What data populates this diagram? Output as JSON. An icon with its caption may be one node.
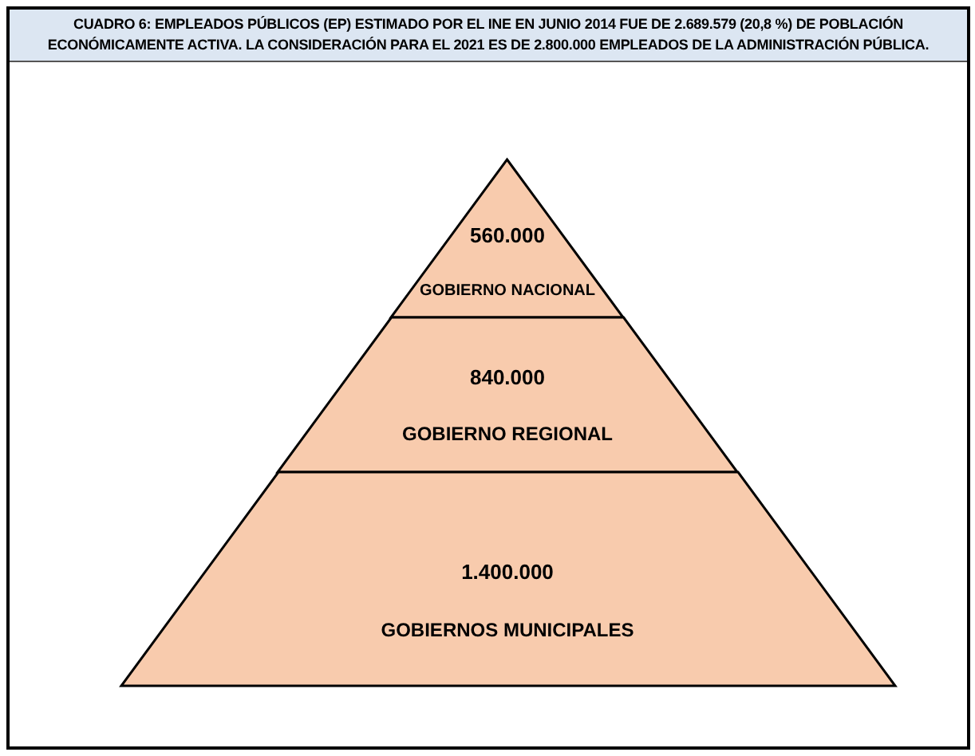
{
  "diagram": {
    "title": "CUADRO 6: EMPLEADOS PÚBLICOS (EP) ESTIMADO POR EL INE EN JUNIO 2014 FUE DE 2.689.579 (20,8 %) DE POBLACIÓN ECONÓMICAMENTE ACTIVA. LA CONSIDERACIÓN PARA EL 2021 ES DE 2.800.000 EMPLEADOS DE LA ADMINISTRACIÓN PÚBLICA.",
    "nodes": [
      {
        "text": [
          "560.000",
          "GOBIERNO NACIONAL"
        ]
      },
      {
        "text": [
          "840.000",
          "GOBIERNO REGIONAL"
        ]
      },
      {
        "text": [
          "1.400.000",
          "GOBIERNOS MUNICIPALES"
        ]
      }
    ]
  }
}
